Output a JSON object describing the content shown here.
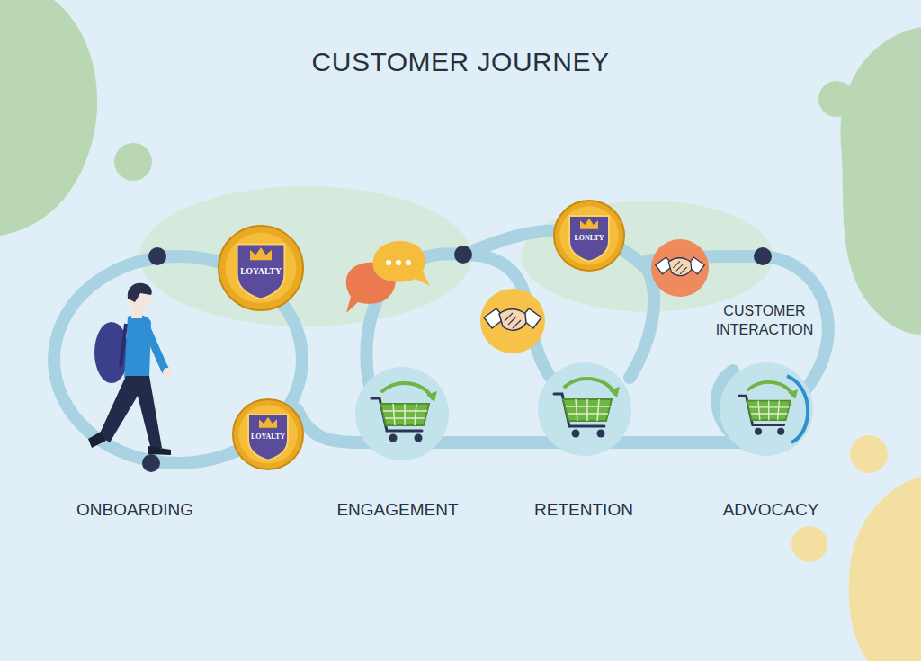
{
  "diagram": {
    "title": "CUSTOMER JOURNEY",
    "nodes": [
      {
        "text": [
          "LOYALTY"
        ]
      },
      {
        "text": [
          "LOYALTY"
        ]
      },
      {
        "text": [
          "LONLTY"
        ]
      }
    ],
    "labels": [
      "CUSTOMER INTERACTION",
      "ONBOARDING",
      "ENGAGEMENT",
      "RETENTION",
      "ADVOCACY"
    ]
  }
}
